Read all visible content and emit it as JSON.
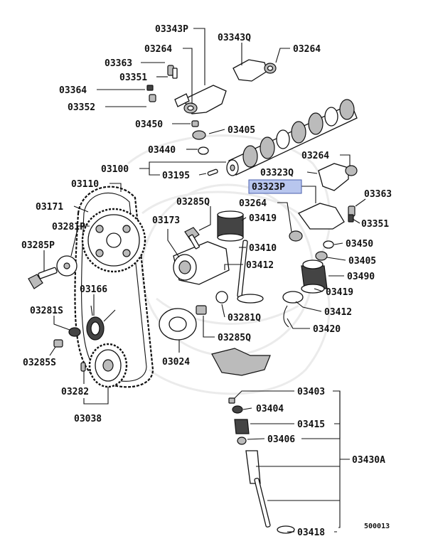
{
  "diagram": {
    "highlight_color": "#b8c6ee",
    "footer_code": "500013",
    "labels": {
      "p03343P": "03343P",
      "p03343Q": "03343Q",
      "p03264a": "03264",
      "p03264b": "03264",
      "p03363a": "03363",
      "p03351a": "03351",
      "p03364": "03364",
      "p03352": "03352",
      "p03450a": "03450",
      "p03405a": "03405",
      "p03440": "03440",
      "p03100": "03100",
      "p03195": "03195",
      "p03264c": "03264",
      "p03323Q": "03323Q",
      "p03323P": "03323P",
      "p03363b": "03363",
      "p03110": "03110",
      "p03264d": "03264",
      "p03285Q_top": "03285Q",
      "p03171": "03171",
      "p03419a": "03419",
      "p03351b": "03351",
      "p03281P": "03281P",
      "p03173": "03173",
      "p03450b": "03450",
      "p03285P": "03285P",
      "p03410": "03410",
      "p03405b": "03405",
      "p03412a": "03412",
      "p03490": "03490",
      "p03166": "03166",
      "p03419b": "03419",
      "p03281S": "03281S",
      "p03412b": "03412",
      "p03281Q": "03281Q",
      "p03420": "03420",
      "p03285Q_mid": "03285Q",
      "p03285S": "03285S",
      "p03024": "03024",
      "p03282": "03282",
      "p03038": "03038",
      "p03403": "03403",
      "p03404": "03404",
      "p03415": "03415",
      "p03406": "03406",
      "p03430A": "03430A",
      "p03418": "03418"
    }
  }
}
